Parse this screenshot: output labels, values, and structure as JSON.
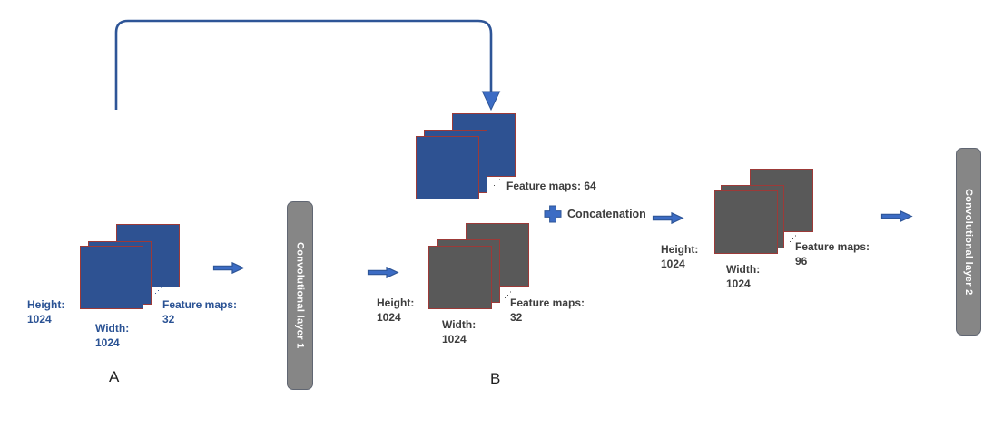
{
  "colors": {
    "map-blue": "#2e5292",
    "map-gray": "#595959",
    "map-border": "#9c3a38",
    "arrow-fill": "#3c6cc4",
    "arrow-stroke": "#2e5597",
    "conv-fill": "#868686",
    "conv-border": "#606672",
    "text-blue": "#2a5294",
    "text-dark": "#3d3d3d"
  },
  "conv_layer_1": {
    "label": "Convolutional layer 1"
  },
  "conv_layer_2": {
    "label": "Convolutional layer 2"
  },
  "group_a": {
    "caption": "A",
    "height_label": "Height:",
    "height_value": "1024",
    "width_label": "Width:",
    "width_value": "1024",
    "feature_maps_label": "Feature maps:",
    "feature_maps_value": "32"
  },
  "group_b": {
    "caption": "B",
    "skip_stack": {
      "feature_maps_label": "Feature maps: 64"
    },
    "conv_stack": {
      "height_label": "Height:",
      "height_value": "1024",
      "width_label": "Width:",
      "width_value": "1024",
      "feature_maps_label": "Feature maps:",
      "feature_maps_value": "32"
    },
    "concatenation": {
      "label": "Concatenation",
      "icon": "plus-icon"
    }
  },
  "group_c": {
    "height_label": "Height:",
    "height_value": "1024",
    "width_label": "Width:",
    "width_value": "1024",
    "feature_maps_label": "Feature maps:",
    "feature_maps_value": "96"
  },
  "icons": {
    "stack_ellipsis": "⋰"
  }
}
